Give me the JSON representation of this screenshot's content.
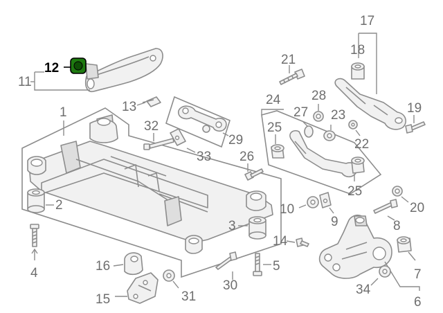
{
  "highlight_color": "#1e7a10",
  "callouts": {
    "c1": "1",
    "c2": "2",
    "c3": "3",
    "c4": "4",
    "c5": "5",
    "c6": "6",
    "c7": "7",
    "c8": "8",
    "c9": "9",
    "c10": "10",
    "c11": "11",
    "c12": "12",
    "c13": "13",
    "c14": "14",
    "c15": "15",
    "c16": "16",
    "c17": "17",
    "c18": "18",
    "c19": "19",
    "c20": "20",
    "c21": "21",
    "c22": "22",
    "c23": "23",
    "c24": "24",
    "c25a": "25",
    "c25b": "25",
    "c26": "26",
    "c27": "27",
    "c28": "28",
    "c29": "29",
    "c30": "30",
    "c31": "31",
    "c32": "32",
    "c33": "33",
    "c34": "34"
  }
}
